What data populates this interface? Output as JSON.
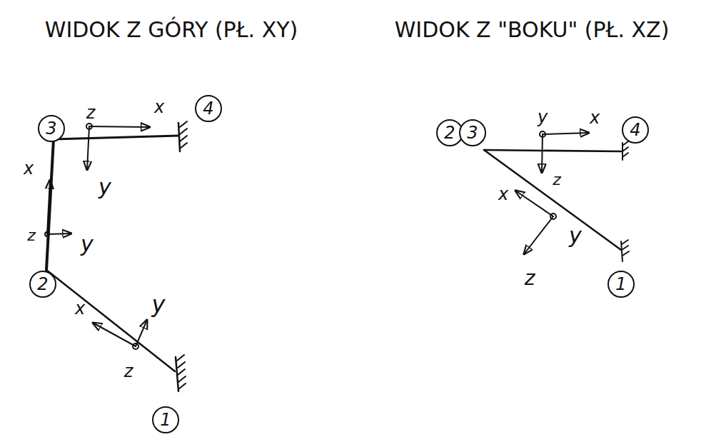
{
  "diagram": {
    "nodes": [
      {
        "text": [
          "3"
        ]
      },
      {
        "text": [
          "4"
        ]
      },
      {
        "text": [
          "2"
        ]
      },
      {
        "text": [
          "1"
        ]
      },
      {
        "text": [
          "2"
        ]
      },
      {
        "text": [
          "3"
        ]
      },
      {
        "text": [
          "4"
        ]
      },
      {
        "text": [
          "1"
        ]
      }
    ],
    "labels": [
      "WIDOK Z GÓRY (PŁ. XY)",
      "WIDOK Z \"BOKU\" (PŁ. XZ)",
      "z",
      "x",
      "y",
      "x",
      "z",
      "y",
      "x",
      "y",
      "z",
      "y",
      "x",
      "z",
      "x",
      "y",
      "z"
    ]
  }
}
